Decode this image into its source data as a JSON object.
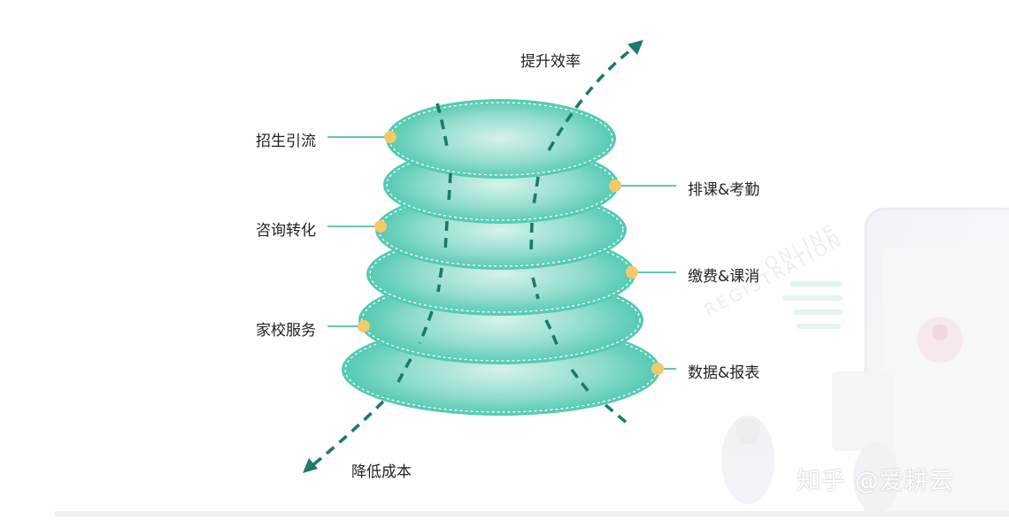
{
  "diagram": {
    "left_labels": [
      "招生引流",
      "咨询转化",
      "家校服务"
    ],
    "right_labels": [
      "排课&考勤",
      "缴费&课消",
      "数据&报表"
    ],
    "top_arrow_label": "提升效率",
    "bottom_arrow_label": "降低成本"
  },
  "background_art": {
    "text_line_1": "ONLINE",
    "text_line_2": "REGISTRATION"
  },
  "watermark": {
    "text": "知乎 @爱耕云"
  },
  "colors": {
    "disc_edge": "#42c6ad",
    "disc_center": "#d6f2ec",
    "dashed_line": "#1c7a69",
    "dot": "#f5c86a",
    "connector": "#3aae98"
  }
}
